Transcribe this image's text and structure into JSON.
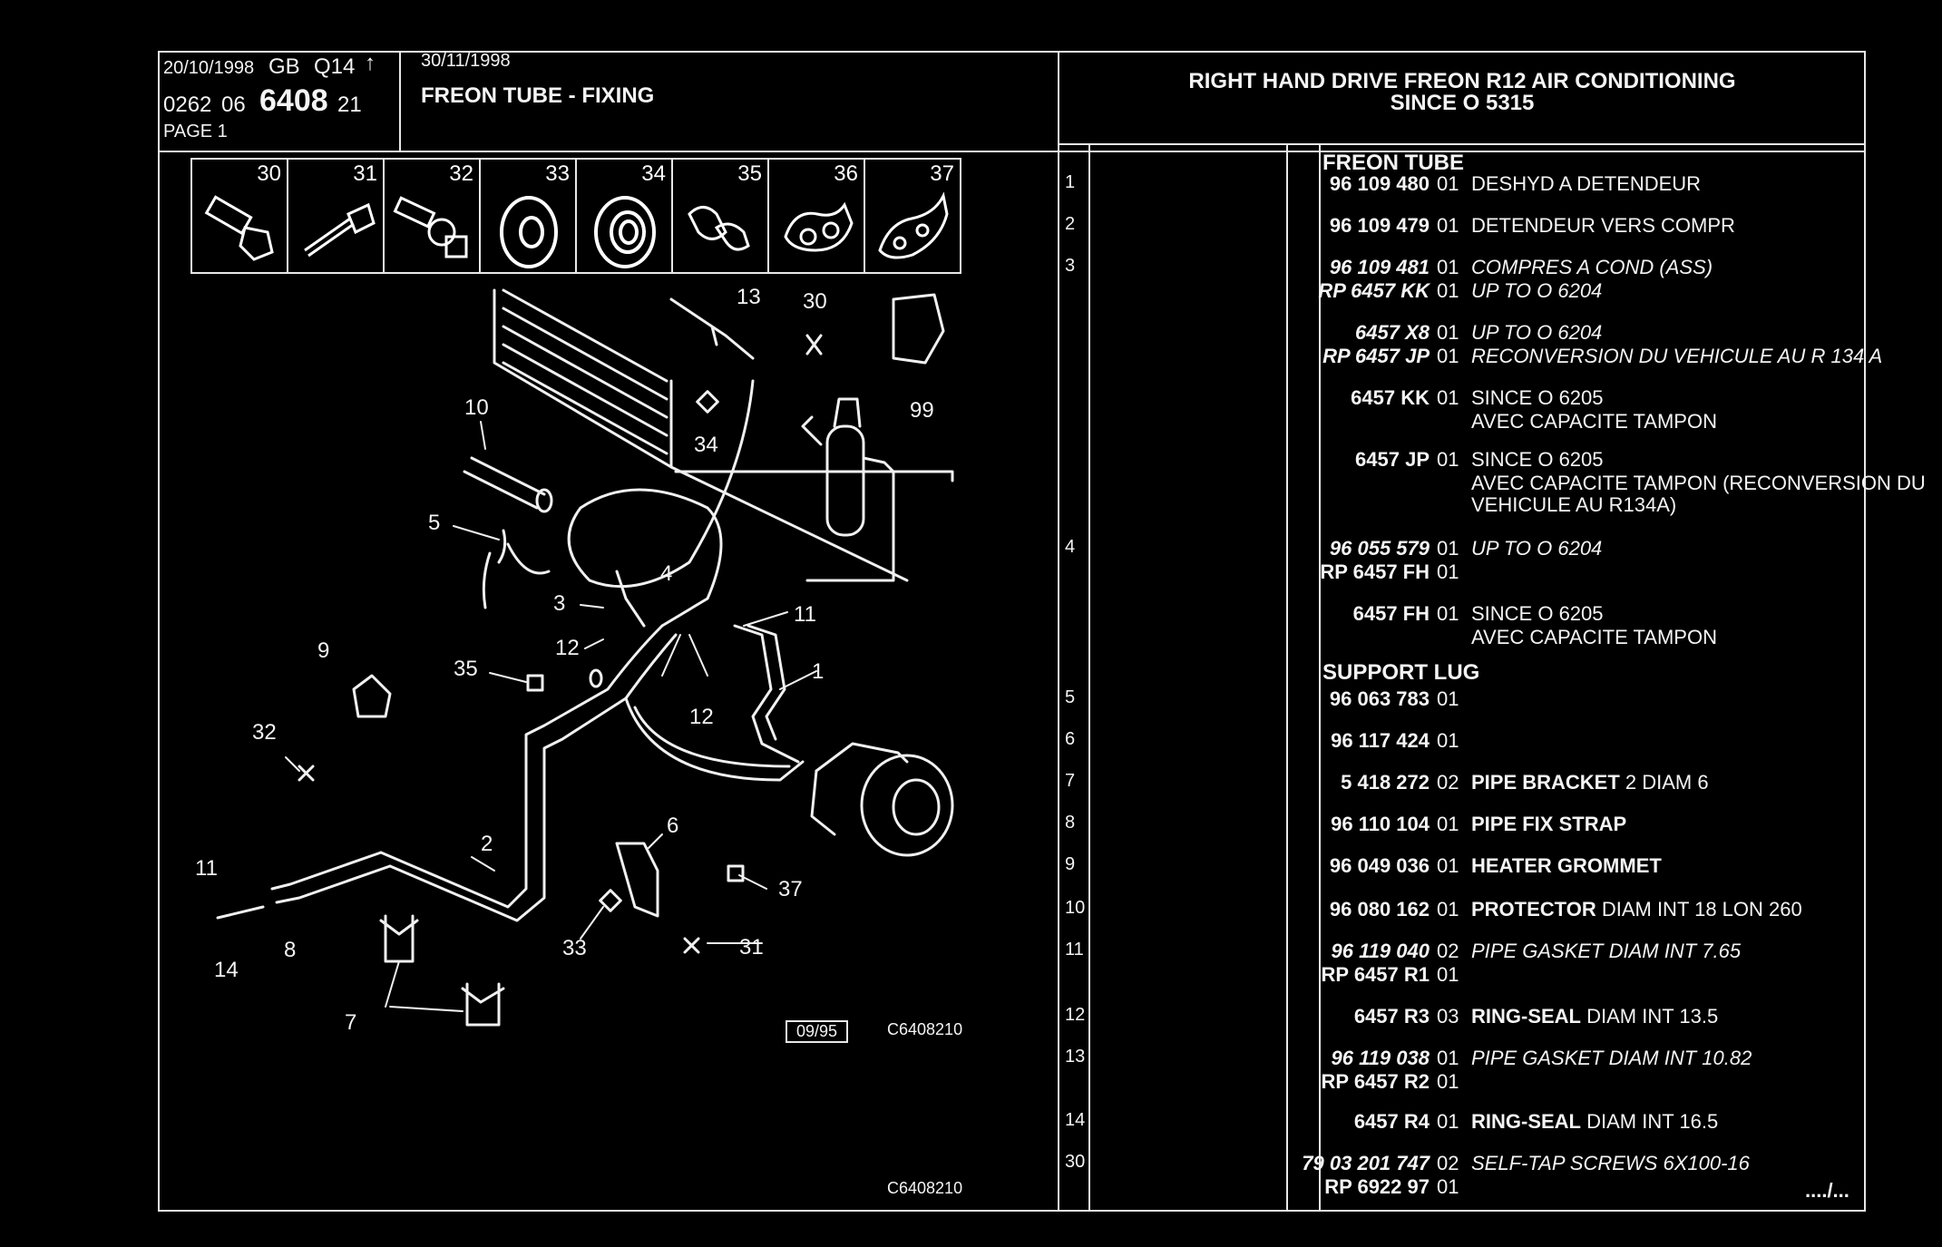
{
  "header": {
    "date1": "20/10/1998",
    "lang": "GB",
    "code": "Q14",
    "arrow": "↑",
    "ref_prefix": "0262",
    "ref_group": "06",
    "ref_main": "6408",
    "ref_suffix": "21",
    "page": "PAGE 1",
    "date2": "30/11/1998",
    "title": "FREON TUBE - FIXING",
    "subtitle_line1": "RIGHT HAND DRIVE FREON R12 AIR CONDITIONING",
    "subtitle_line2": "SINCE O  5315"
  },
  "thumbnails": [
    "30",
    "31",
    "32",
    "33",
    "34",
    "35",
    "36",
    "37"
  ],
  "callouts": [
    "13",
    "30",
    "10",
    "99",
    "34",
    "5",
    "4",
    "3",
    "11",
    "9",
    "12",
    "35",
    "1",
    "12",
    "32",
    "2",
    "6",
    "11",
    "37",
    "8",
    "33",
    "31",
    "14",
    "7"
  ],
  "footer": {
    "stamp": "09/95",
    "drawing_ref": "C6408210",
    "drawing_ref_bottom": "C6408210",
    "continued": "..../..."
  },
  "section_heads": {
    "freon_tube": "FREON TUBE",
    "support_lug": "SUPPORT LUG"
  },
  "parts": [
    {
      "no": "1",
      "ref": "96 109 480",
      "qty": "01",
      "desc": "DESHYD A DETENDEUR",
      "italic": false
    },
    {
      "no": "2",
      "ref": "96 109 479",
      "qty": "01",
      "desc": "DETENDEUR VERS COMPR",
      "italic": false
    },
    {
      "no": "3",
      "ref": "96 109 481",
      "qty": "01",
      "desc": "COMPRES A COND (ASS)",
      "italic": true
    },
    {
      "no": "",
      "ref": "RP  6457 KK",
      "qty": "01",
      "desc": "UP  TO  O  6204",
      "italic": true
    },
    {
      "no": "",
      "ref": "6457 X8",
      "qty": "01",
      "desc": "UP  TO  O  6204",
      "italic": true
    },
    {
      "no": "",
      "ref": "RP  6457 JP",
      "qty": "01",
      "desc": "RECONVERSION DU VEHICULE AU R 134 A",
      "italic": true
    },
    {
      "no": "",
      "ref": "6457 KK",
      "qty": "01",
      "desc": "SINCE  O  6205",
      "italic": false
    },
    {
      "no": "",
      "ref": "",
      "qty": "",
      "desc": "AVEC CAPACITE TAMPON",
      "italic": false
    },
    {
      "no": "",
      "ref": "6457 JP",
      "qty": "01",
      "desc": "SINCE  O  6205",
      "italic": false
    },
    {
      "no": "",
      "ref": "",
      "qty": "",
      "desc": "AVEC CAPACITE TAMPON (RECONVERSION DU",
      "italic": false
    },
    {
      "no": "",
      "ref": "",
      "qty": "",
      "desc": "VEHICULE AU R134A)",
      "italic": false
    },
    {
      "no": "4",
      "ref": "96 055 579",
      "qty": "01",
      "desc": "UP  TO  O  6204",
      "italic": true
    },
    {
      "no": "",
      "ref": "RP  6457 FH",
      "qty": "01",
      "desc": "",
      "italic": false
    },
    {
      "no": "",
      "ref": "6457 FH",
      "qty": "01",
      "desc": "SINCE  O  6205",
      "italic": false
    },
    {
      "no": "",
      "ref": "",
      "qty": "",
      "desc": "AVEC CAPACITE TAMPON",
      "italic": false
    },
    {
      "no": "5",
      "ref": "96 063 783",
      "qty": "01",
      "desc": "",
      "italic": false
    },
    {
      "no": "6",
      "ref": "96 117 424",
      "qty": "01",
      "desc": "",
      "italic": false
    },
    {
      "no": "7",
      "ref": "5 418 272",
      "qty": "02",
      "desc": "PIPE BRACKET 2 DIAM 6",
      "italic": false
    },
    {
      "no": "8",
      "ref": "96 110 104",
      "qty": "01",
      "desc": "PIPE FIX STRAP",
      "italic": false
    },
    {
      "no": "9",
      "ref": "96 049 036",
      "qty": "01",
      "desc": "HEATER GROMMET",
      "italic": false
    },
    {
      "no": "10",
      "ref": "96 080 162",
      "qty": "01",
      "desc": "PROTECTOR DIAM INT 18 LON 260",
      "italic": false
    },
    {
      "no": "11",
      "ref": "96 119 040",
      "qty": "02",
      "desc": "PIPE GASKET DIAM INT 7.65",
      "italic": true
    },
    {
      "no": "",
      "ref": "RP  6457 R1",
      "qty": "01",
      "desc": "",
      "italic": false
    },
    {
      "no": "12",
      "ref": "6457 R3",
      "qty": "03",
      "desc": "RING-SEAL DIAM INT 13.5",
      "italic": false
    },
    {
      "no": "13",
      "ref": "96 119 038",
      "qty": "01",
      "desc": "PIPE GASKET DIAM INT 10.82",
      "italic": true
    },
    {
      "no": "",
      "ref": "RP  6457 R2",
      "qty": "01",
      "desc": "",
      "italic": false
    },
    {
      "no": "14",
      "ref": "6457 R4",
      "qty": "01",
      "desc": "RING-SEAL DIAM INT 16.5",
      "italic": false
    },
    {
      "no": "30",
      "ref": "79 03 201 747",
      "qty": "02",
      "desc": "SELF-TAP SCREWS 6X100-16",
      "italic": true
    },
    {
      "no": "",
      "ref": "RP  6922 97",
      "qty": "01",
      "desc": "",
      "italic": false
    }
  ]
}
